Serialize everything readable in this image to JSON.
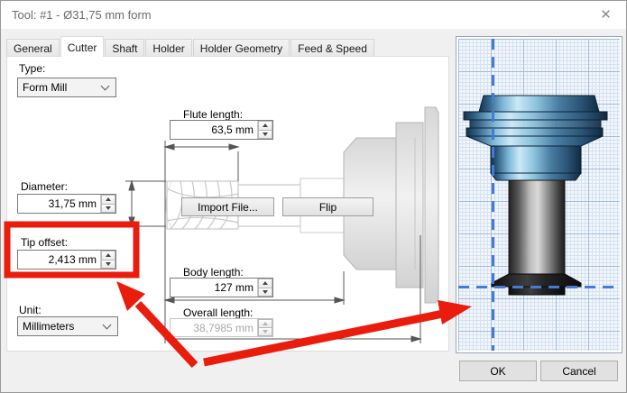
{
  "window": {
    "title": "Tool: #1 - Ø31,75 mm form",
    "close_glyph": "✕"
  },
  "tabs": [
    {
      "label": "General",
      "active": false
    },
    {
      "label": "Cutter",
      "active": true
    },
    {
      "label": "Shaft",
      "active": false
    },
    {
      "label": "Holder",
      "active": false
    },
    {
      "label": "Holder Geometry",
      "active": false
    },
    {
      "label": "Feed & Speed",
      "active": false
    }
  ],
  "cutter_tab": {
    "type_label": "Type:",
    "type_value": "Form Mill",
    "flute_label": "Flute length:",
    "flute_value": "63,5 mm",
    "diameter_label": "Diameter:",
    "diameter_value": "31,75 mm",
    "tip_label": "Tip offset:",
    "tip_value": "2,413 mm",
    "body_label": "Body length:",
    "body_value": "127 mm",
    "overall_label": "Overall length:",
    "overall_value": "38,7985 mm",
    "overall_disabled": true,
    "unit_label": "Unit:",
    "unit_value": "Millimeters",
    "import_button": "Import File...",
    "flip_button": "Flip"
  },
  "footer": {
    "ok_label": "OK",
    "cancel_label": "Cancel"
  },
  "annotations": {
    "highlighted_field": "Tip offset",
    "red_color": "#ea1c0d"
  },
  "preview": {
    "crosshair_color": "#447bd4",
    "grid_fine_color": "#d4e1f1",
    "grid_major_color": "#a2bcda",
    "holder_color": "steel-blue",
    "shaft_color": "dark-gray"
  }
}
